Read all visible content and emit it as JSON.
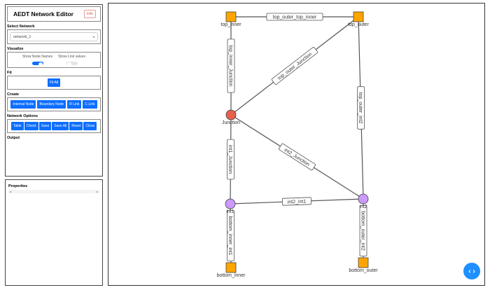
{
  "sidebar": {
    "title": "AEDT Network Editor",
    "info_label": "Info",
    "select_network_label": "Select Network",
    "network_value": "network_1",
    "visualize_label": "Visualize",
    "show_node_names_label": "Show Node Names",
    "show_node_names_on": true,
    "show_link_values_label": "Show Link values",
    "show_link_values_on": false,
    "fit_label": "Fit",
    "fit_all_label": "Fit All",
    "create_label": "Create",
    "create_buttons": [
      "Internal Node",
      "Boundary Node",
      "R Link",
      "C Link"
    ],
    "network_options_label": "Network Options",
    "network_option_buttons": [
      "Table",
      "Check",
      "Save",
      "Save All",
      "Reset",
      "Close"
    ],
    "output_label": "Output"
  },
  "properties": {
    "title": "Properties",
    "scroll_left": "◂",
    "scroll_right": "▸"
  },
  "graph": {
    "colors": {
      "boundary": "#FFA500",
      "junction": "#E8604C",
      "internal": "#CC99FF"
    },
    "nodes": [
      {
        "id": "top_inner",
        "type": "boundary"
      },
      {
        "id": "top_outer",
        "type": "boundary"
      },
      {
        "id": "Junction",
        "type": "junction"
      },
      {
        "id": "int1",
        "type": "internal"
      },
      {
        "id": "int2",
        "type": "internal"
      },
      {
        "id": "bottom_inner",
        "type": "boundary"
      },
      {
        "id": "bottom_outer",
        "type": "boundary"
      }
    ],
    "links": [
      {
        "label": "top_outer_top_inner",
        "source": "top_outer",
        "target": "top_inner"
      },
      {
        "label": "top_inner_Junction",
        "source": "top_inner",
        "target": "Junction"
      },
      {
        "label": "top_outer_Junction",
        "source": "top_outer",
        "target": "Junction"
      },
      {
        "label": "top_outer_int2",
        "source": "top_outer",
        "target": "int2"
      },
      {
        "label": "int1_Junction",
        "source": "int1",
        "target": "Junction"
      },
      {
        "label": "int2_Junction",
        "source": "int2",
        "target": "Junction"
      },
      {
        "label": "int2_int1",
        "source": "int2",
        "target": "int1"
      },
      {
        "label": "bottom_inner_int1",
        "source": "bottom_inner",
        "target": "int1"
      },
      {
        "label": "bottom_outer_int2",
        "source": "bottom_outer",
        "target": "int2"
      }
    ]
  },
  "nav_button_icon": "‹ ›"
}
